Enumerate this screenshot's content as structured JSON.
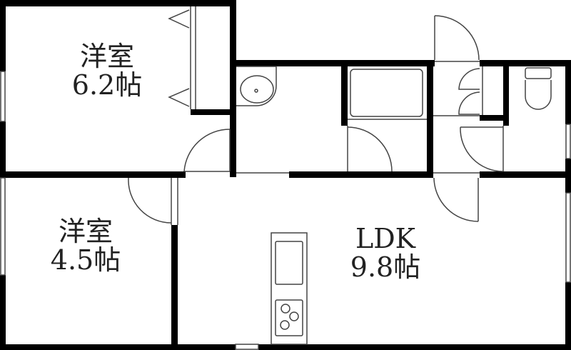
{
  "floorplan": {
    "rooms": [
      {
        "id": "western-room-1",
        "name": "洋室",
        "size": "6.2帖"
      },
      {
        "id": "western-room-2",
        "name": "洋室",
        "size": "4.5帖"
      },
      {
        "id": "ldk",
        "name": "LDK",
        "size": "9.8帖"
      }
    ],
    "fixtures": [
      "closet",
      "washbasin",
      "bathtub",
      "toilet",
      "storage",
      "kitchen-sink",
      "stove"
    ],
    "colors": {
      "wall": "#000000",
      "line": "#444444",
      "background": "#ffffff"
    }
  }
}
